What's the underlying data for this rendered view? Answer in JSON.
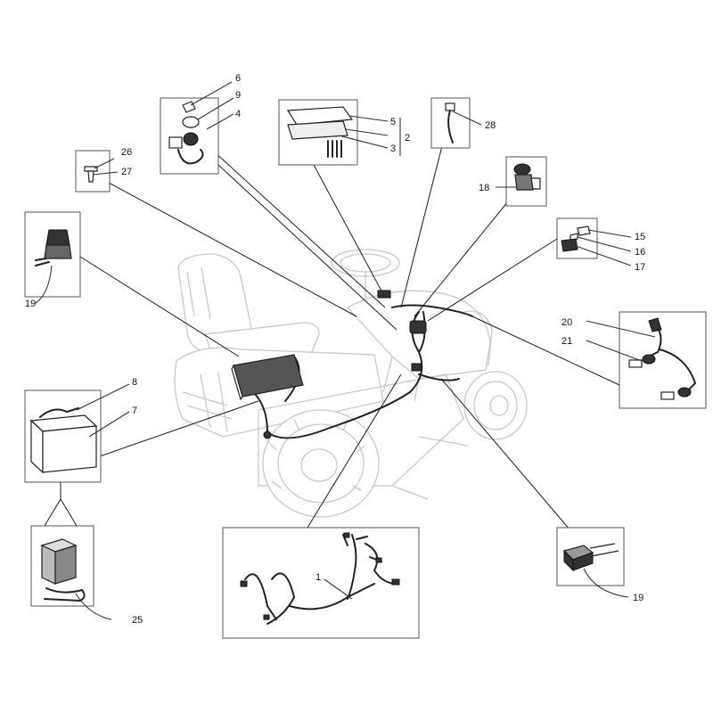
{
  "labels": {
    "l1": "1",
    "l2": "2",
    "l3": "3",
    "l4": "4",
    "l5": "5",
    "l6": "6",
    "l7": "7",
    "l8": "8",
    "l9": "9",
    "l15": "15",
    "l16": "16",
    "l17": "17",
    "l18": "18",
    "l19a": "19",
    "l19b": "19",
    "l20": "20",
    "l21": "21",
    "l25": "25",
    "l26": "26",
    "l27": "27",
    "l28": "28"
  },
  "colors": {
    "outline": "#c8c8c8",
    "line": "#1a1a1a",
    "part": "#333333",
    "background": "#ffffff"
  }
}
